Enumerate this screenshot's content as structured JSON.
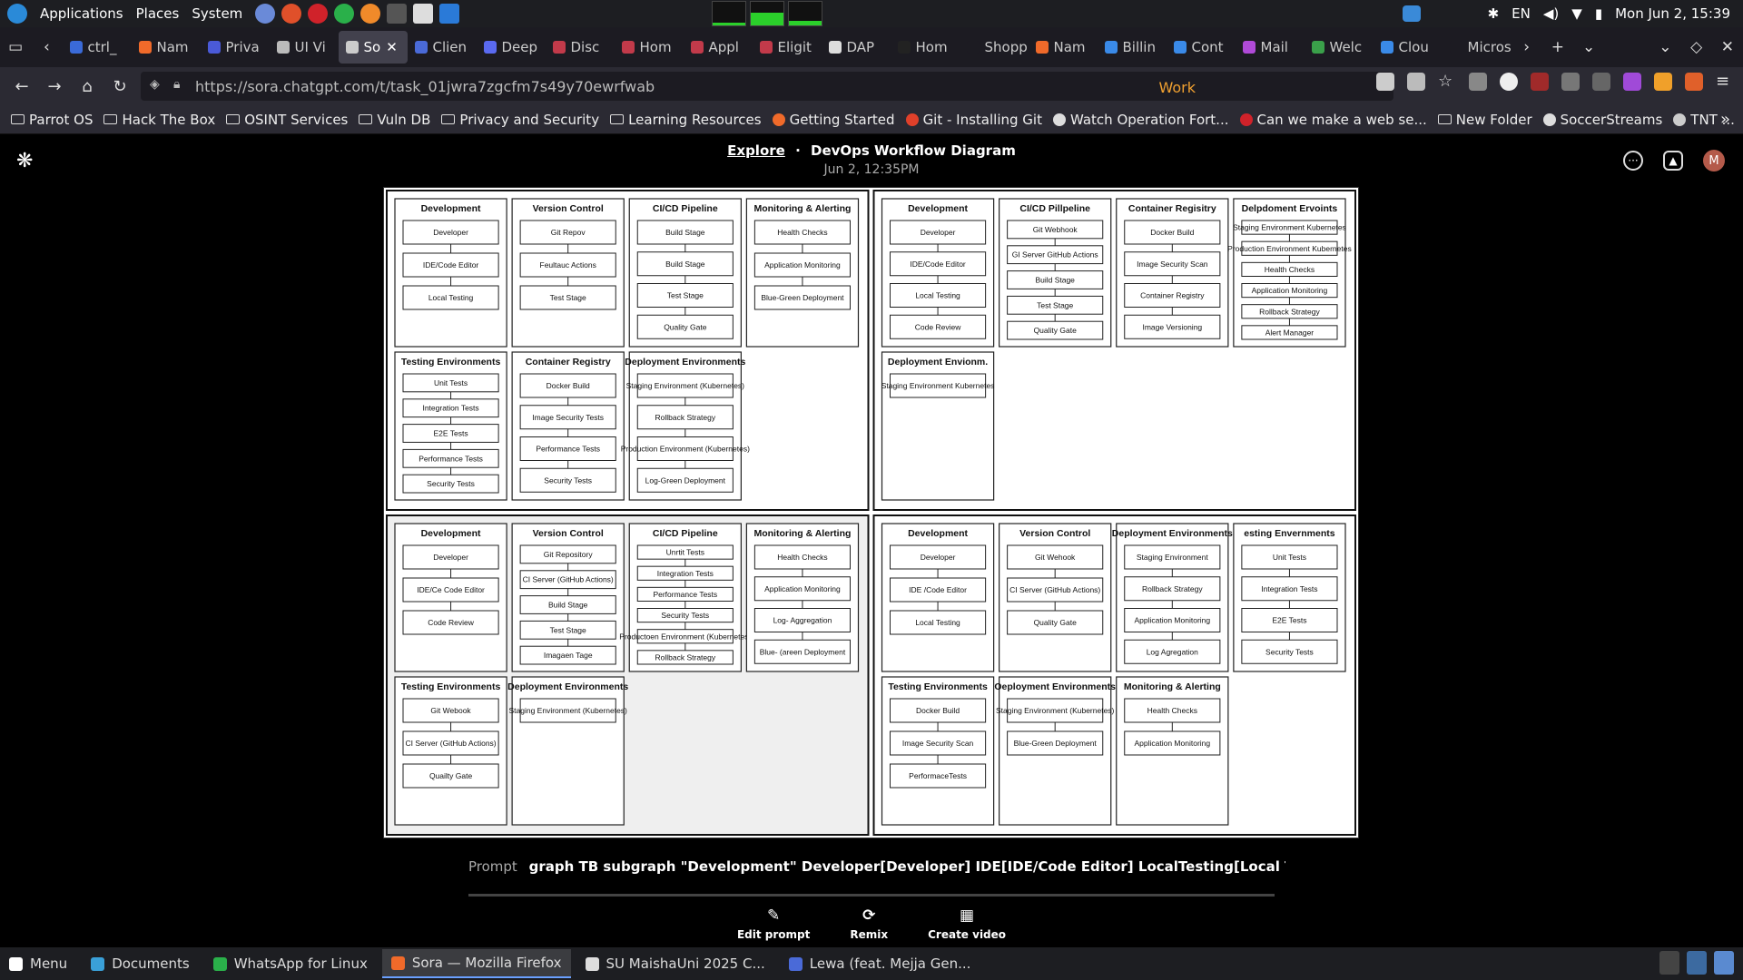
{
  "os_panel": {
    "menus": [
      "Applications",
      "Places",
      "System"
    ],
    "lang": "EN",
    "clock": "Mon Jun 2, 15:39",
    "cpu_graph_levels": [
      0.1,
      0.55,
      0.2
    ]
  },
  "tabs": [
    {
      "label": "ctrl_",
      "color": "#3a6ad8"
    },
    {
      "label": "Nam",
      "color": "#f06a2a"
    },
    {
      "label": "Priva",
      "color": "#4a5ad8"
    },
    {
      "label": "UI Vi",
      "color": "#bbbbbb"
    },
    {
      "label": "So",
      "color": "#cccccc",
      "active": true
    },
    {
      "label": "Clien",
      "color": "#4a6ad8"
    },
    {
      "label": "Deep",
      "color": "#5a6af0"
    },
    {
      "label": "Disc",
      "color": "#c23a4a"
    },
    {
      "label": "Hom",
      "color": "#c23a4a"
    },
    {
      "label": "Appl",
      "color": "#c23a4a"
    },
    {
      "label": "Eligit",
      "color": "#c23a4a"
    },
    {
      "label": "DAP",
      "color": "#dddddd"
    },
    {
      "label": "Hom",
      "color": "#222222"
    },
    {
      "label": "Shoppin",
      "color": "#1c1b22"
    },
    {
      "label": "Nam",
      "color": "#f06a2a"
    },
    {
      "label": "Billin",
      "color": "#3a8ae8"
    },
    {
      "label": "Cont",
      "color": "#3a8ae8"
    },
    {
      "label": "Mail",
      "color": "#b04ad8"
    },
    {
      "label": "Welc",
      "color": "#3aa04a"
    },
    {
      "label": "Clou",
      "color": "#3a8ae8"
    },
    {
      "label": "Microso",
      "color": "#1c1b22"
    }
  ],
  "nav": {
    "url": "https://sora.chatgpt.com/t/task_01jwra7zgcfm7s49y70ewrfwab",
    "container_label": "Work"
  },
  "bookmarks": [
    {
      "label": "Parrot OS",
      "icon": "folder"
    },
    {
      "label": "Hack The Box",
      "icon": "folder"
    },
    {
      "label": "OSINT Services",
      "icon": "folder"
    },
    {
      "label": "Vuln DB",
      "icon": "folder"
    },
    {
      "label": "Privacy and Security",
      "icon": "folder"
    },
    {
      "label": "Learning Resources",
      "icon": "folder"
    },
    {
      "label": "Getting Started",
      "icon": "firefox"
    },
    {
      "label": "Git - Installing Git",
      "icon": "git"
    },
    {
      "label": "Watch Operation Fort...",
      "icon": "globe"
    },
    {
      "label": "Can we make a web se...",
      "icon": "opera"
    },
    {
      "label": "New Folder",
      "icon": "folder"
    },
    {
      "label": "SoccerStreams",
      "icon": "globe"
    },
    {
      "label": "TNT ...",
      "icon": "doc"
    }
  ],
  "page": {
    "breadcrumb_link": "Explore",
    "separator": "·",
    "title": "DevOps Workflow Diagram",
    "date": "Jun 2, 12:35PM",
    "avatar_initial": "M",
    "prompt_label": "Prompt",
    "prompt_text": "graph TB subgraph \"Development\" Developer[Developer] IDE[IDE/Code Editor] LocalTesting[Local Testing] CodeReview[...",
    "actions": [
      {
        "label": "Edit prompt",
        "icon": "✎"
      },
      {
        "label": "Remix",
        "icon": "⟳"
      },
      {
        "label": "Create video",
        "icon": "▦"
      }
    ]
  },
  "diagram": {
    "panels": [
      {
        "groups": [
          {
            "title": "Development",
            "nodes": [
              "Developer",
              "IDE/Code Editor",
              "Local Testing"
            ]
          },
          {
            "title": "Version Control",
            "nodes": [
              "Git Repov",
              "Feultauc Actions",
              "Test Stage"
            ]
          },
          {
            "title": "CI/CD Pipeline",
            "nodes": [
              "Build Stage",
              "Build Stage",
              "Test Stage",
              "Quality Gate"
            ]
          },
          {
            "title": "Monitoring & Alerting",
            "nodes": [
              "Health Checks",
              "Application Monitoring",
              "Blue-Green Deployment"
            ]
          },
          {
            "title": "Testing Environments",
            "nodes": [
              "Unit Tests",
              "Integration Tests",
              "E2E Tests",
              "Performance Tests",
              "Security Tests"
            ]
          },
          {
            "title": "Container Registry",
            "nodes": [
              "Docker Build",
              "Image Security Tests",
              "Performance Tests",
              "Security Tests"
            ]
          },
          {
            "title": "Deployment Environments",
            "nodes": [
              "Staging Environment (Kubernetes)",
              "Rollback Strategy",
              "Production Environment (Kubernetes)",
              "Log-Green Deployment"
            ]
          }
        ]
      },
      {
        "groups": [
          {
            "title": "Development",
            "nodes": [
              "Developer",
              "IDE/Code Editor",
              "Local Testing",
              "Code Review"
            ]
          },
          {
            "title": "CI/CD Pillpeline",
            "nodes": [
              "Git Webhook",
              "GI Server GitHub Actions",
              "Build Stage",
              "Test Stage",
              "Quality Gate"
            ]
          },
          {
            "title": "Container Regisitry",
            "nodes": [
              "Docker Build",
              "Image Security Scan",
              "Container Registry",
              "Image Versioning"
            ]
          },
          {
            "title": "Delpdoment Ervoints",
            "nodes": [
              "Staging Environment Kubernetes",
              "Production Environment Kubernetes",
              "Health Checks",
              "Application Monitoring",
              "Rollback Strategy",
              "Alert Manager"
            ]
          },
          {
            "title": "Deployment Envionm.",
            "nodes": [
              "Staging Environment Kubernetes"
            ]
          }
        ]
      },
      {
        "groups": [
          {
            "title": "Development",
            "nodes": [
              "Developer",
              "IDE/Ce Code Editor",
              "Code Review"
            ]
          },
          {
            "title": "Version Control",
            "nodes": [
              "Git Repository",
              "CI Server (GitHub Actions)",
              "Build Stage",
              "Test Stage",
              "Imagaen Tage"
            ]
          },
          {
            "title": "CI/CD Pipeline",
            "nodes": [
              "Unrtit Tests",
              "Integration Tests",
              "Performance Tests",
              "Security Tests",
              "Productoen Environment (Kubernetes)",
              "Rollback Strategy"
            ]
          },
          {
            "title": "Monitoring & Alerting",
            "nodes": [
              "Health Checks",
              "Application Monitoring",
              "Log- Aggregation",
              "Blue- (areen Deployment"
            ]
          },
          {
            "title": "Testing Environments",
            "nodes": [
              "Git Webook",
              "CI Server (GitHub Actions)",
              "Quailty Gate"
            ]
          },
          {
            "title": "Deployment Environments",
            "nodes": [
              "Staging Environment (Kubernetes)"
            ]
          }
        ]
      },
      {
        "groups": [
          {
            "title": "Development",
            "nodes": [
              "Developer",
              "IDE /Code Editor",
              "Local Testing"
            ]
          },
          {
            "title": "Version Control",
            "nodes": [
              "Git Wehook",
              "CI Server (GitHub Actions)",
              "Quality Gate"
            ]
          },
          {
            "title": "Deployment Environments",
            "nodes": [
              "Staging Environment",
              "Rollback Strategy",
              "Application Monitoring",
              "Log Agregation"
            ]
          },
          {
            "title": "esting Envernments",
            "nodes": [
              "Unit Tests",
              "Integration Tests",
              "E2E Tests",
              "Security Tests"
            ]
          },
          {
            "title": "Testing Environments",
            "nodes": [
              "Docker Build",
              "Image Security Scan",
              "PerformaceTests"
            ]
          },
          {
            "title": "Oeployment Environments",
            "nodes": [
              "Staging Environment (Kubernetes)",
              "Blue-Green Deployment"
            ]
          },
          {
            "title": "Monitoring & Alerting",
            "nodes": [
              "Health Checks",
              "Application Monitoring"
            ]
          }
        ]
      }
    ]
  },
  "taskbar": {
    "items": [
      {
        "label": "Menu",
        "icon_color": "#ffffff"
      },
      {
        "label": "Documents",
        "icon_color": "#3aa0d8"
      },
      {
        "label": "WhatsApp for Linux",
        "icon_color": "#2ab04a"
      },
      {
        "label": "Sora — Mozilla Firefox",
        "icon_color": "#f06a2a",
        "active": true
      },
      {
        "label": "SU MaishaUni 2025 C...",
        "icon_color": "#dddddd"
      },
      {
        "label": "Lewa (feat. Mejja Gen...",
        "icon_color": "#4a6ad8"
      }
    ]
  }
}
